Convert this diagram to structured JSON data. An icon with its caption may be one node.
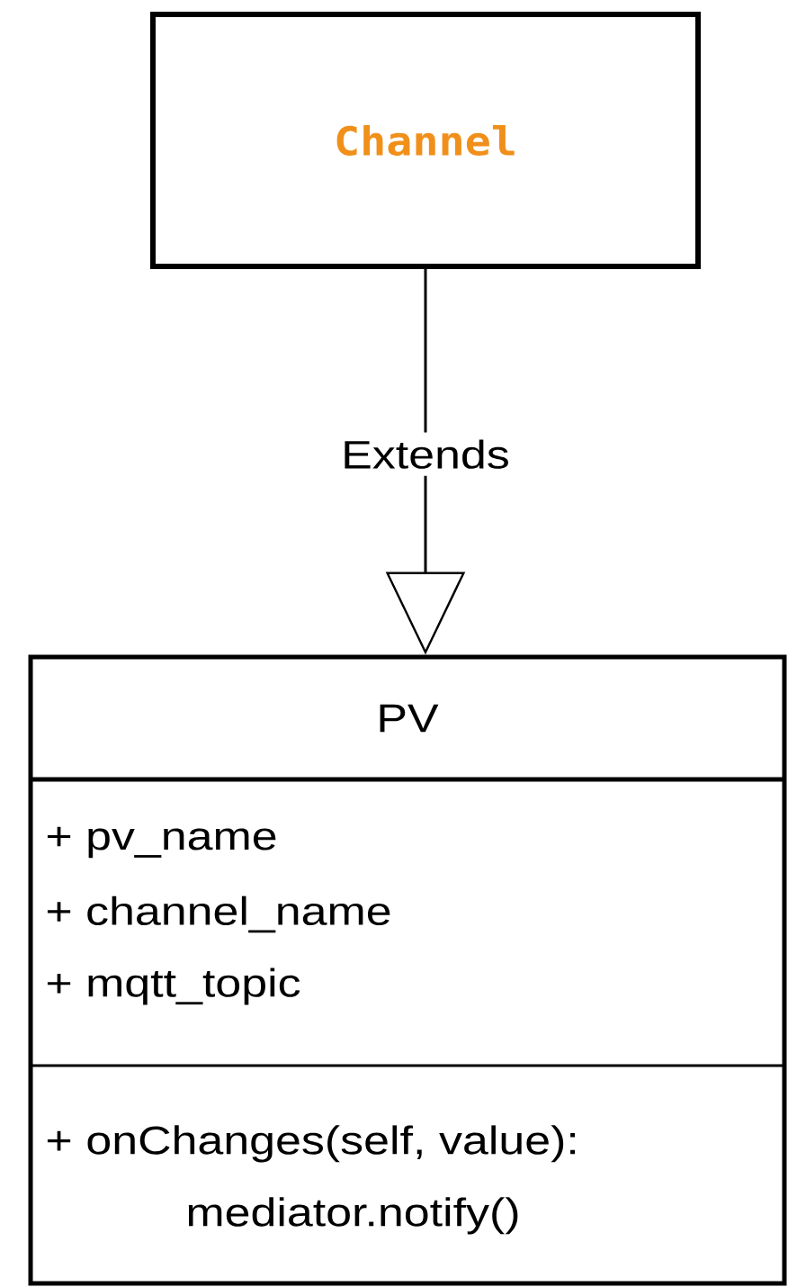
{
  "diagram": {
    "nodes": [
      {
        "text": [
          "Channel"
        ]
      },
      {
        "text": [
          "PV",
          "+ pv_name",
          "+ channel_name",
          "+ mqtt_topic",
          "+ onChanges(self, value): mediator.notify()"
        ]
      }
    ],
    "edges": [
      {
        "from": 0,
        "to": 1,
        "arrow": "to",
        "label": "Extends"
      }
    ]
  }
}
